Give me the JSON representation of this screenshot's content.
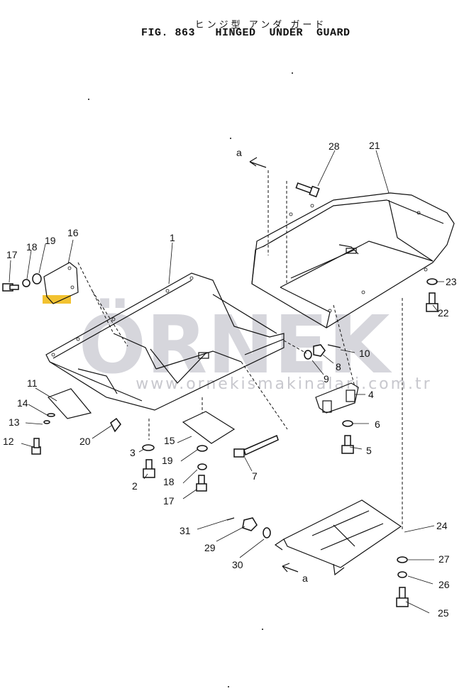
{
  "title": {
    "japanese": "ヒンジ型 アンダ ガード",
    "figure": "FIG. 863",
    "name": "HINGED  UNDER  GUARD"
  },
  "watermark": {
    "brand": "ÖRNEK",
    "url": "www.ornekismakinalari.com.tr"
  },
  "view_marker": "a",
  "callouts": {
    "c1": "1",
    "c2": "2",
    "c3": "3",
    "c4": "4",
    "c5": "5",
    "c6": "6",
    "c7": "7",
    "c8": "8",
    "c9": "9",
    "c10": "10",
    "c11": "11",
    "c12": "12",
    "c13": "13",
    "c14": "14",
    "c15": "15",
    "c16": "16",
    "c17a": "17",
    "c17b": "17",
    "c18a": "18",
    "c18b": "18",
    "c19a": "19",
    "c19b": "19",
    "c20": "20",
    "c21": "21",
    "c22": "22",
    "c23": "23",
    "c24": "24",
    "c25": "25",
    "c26": "26",
    "c27": "27",
    "c28": "28",
    "c29": "29",
    "c30": "30",
    "c31": "31"
  }
}
